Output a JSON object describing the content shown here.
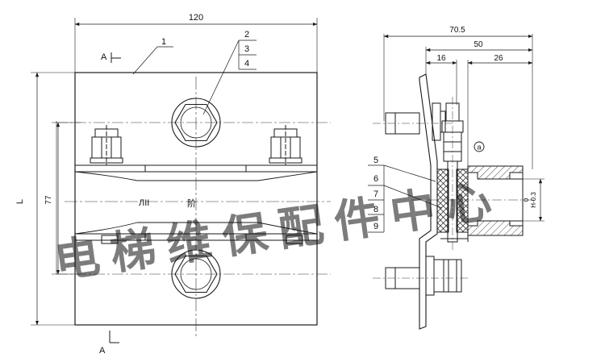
{
  "front_view": {
    "width_dim": "120",
    "height_dim": "L",
    "inner_dim": "77",
    "section_mark_top": "A",
    "section_mark_bottom": "A",
    "callout_1": "1",
    "callouts_right": [
      "2",
      "3",
      "4"
    ],
    "center_fragments": [
      "ЛII",
      "阶"
    ]
  },
  "side_view": {
    "dim_overall": "70.5",
    "dim_50": "50",
    "dim_16": "16",
    "dim_26": "26",
    "tolerance_upper": "0",
    "tolerance_lower": "H-0.3",
    "note_a": "a",
    "callouts_left": [
      "5",
      "6",
      "7",
      "8",
      "9"
    ]
  },
  "watermark": {
    "text": "电梯维保配件中心",
    "color": "#c8c8c8"
  },
  "colors": {
    "line": "#1a1a1a",
    "centerline": "#333333",
    "paper": "#ffffff"
  }
}
